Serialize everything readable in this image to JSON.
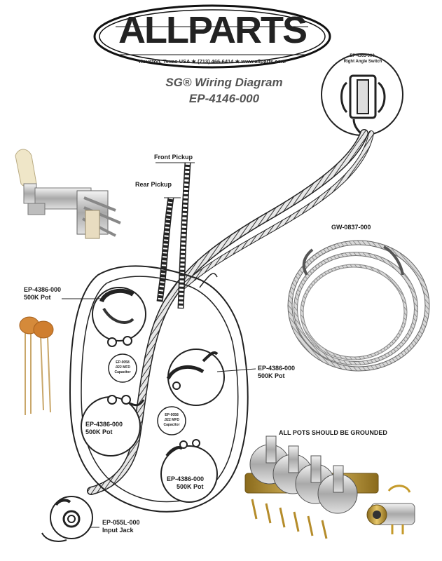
{
  "logo": {
    "brand": "ALLPARTS",
    "tagline": "Houston, Texas USA ★ (713) 466-6414 ★ www.allparts.com"
  },
  "title": {
    "line1": "SG® Wiring Diagram",
    "line2": "EP-4146-000"
  },
  "labels": {
    "front_pickup": "Front Pickup",
    "rear_pickup": "Rear Pickup",
    "switch_part": "EP-4365-000",
    "switch_desc": "Right Angle Switch",
    "wire_part": "GW-0837-000",
    "pot_ul_part": "EP-4386-000",
    "pot_ul_desc": "500K Pot",
    "pot_r_part": "EP-4386-000",
    "pot_r_desc": "500K Pot",
    "pot_ll_part": "EP-4386-000",
    "pot_ll_desc": "500K Pot",
    "pot_lr_part": "EP-4386-000",
    "pot_lr_desc": "500K Pot",
    "cap1_part": "EP-0058",
    "cap1_desc": ".022 MFD",
    "cap1_desc2": "Capacitor",
    "cap2_part": "EP-0058",
    "cap2_desc": ".022 MFD",
    "cap2_desc2": "Capacitor",
    "jack_part": "EP-055L-000",
    "jack_desc": "Input Jack",
    "pots_note": "ALL POTS SHOULD BE GROUNDED"
  }
}
